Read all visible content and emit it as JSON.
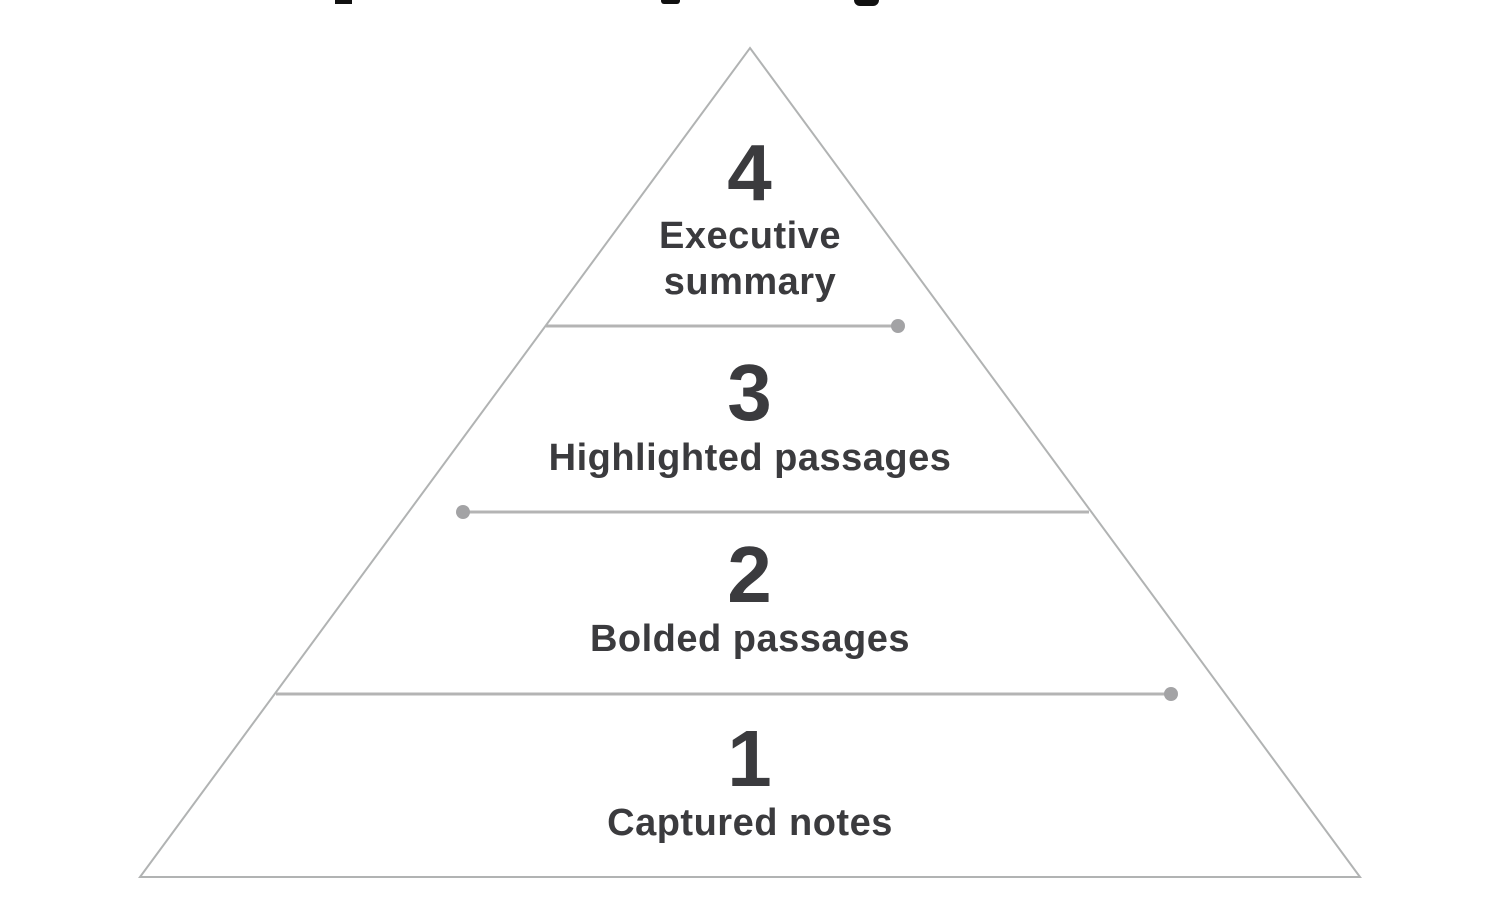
{
  "diagram": {
    "type": "pyramid",
    "title": "",
    "levels": [
      {
        "number": "4",
        "label": "Executive summary"
      },
      {
        "number": "3",
        "label": "Highlighted passages"
      },
      {
        "number": "2",
        "label": "Bolded passages"
      },
      {
        "number": "1",
        "label": "Captured notes"
      }
    ],
    "colors": {
      "background": "#ffffff",
      "outline": "#b1b3b3",
      "divider_line": "#b4b4b4",
      "divider_dot": "#a3a3a5",
      "text": "#3b3b3e"
    }
  },
  "top_cropped_text": {
    "description": "bottom descender fragments of a text line cropped at the top edge of the screenshot",
    "fragments": [
      "serif-foot-descender",
      "hook-descender",
      "round-bowl-descender"
    ]
  }
}
